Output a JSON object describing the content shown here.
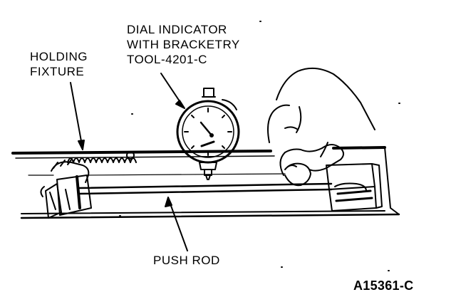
{
  "labels": {
    "dial_line1": "DIAL INDICATOR",
    "dial_line2": "WITH BRACKETRY",
    "dial_line3": "TOOL-4201-C",
    "holding_line1": "HOLDING",
    "holding_line2": "FIXTURE",
    "push_rod": "PUSH ROD",
    "figure_id": "A15361-C"
  },
  "colors": {
    "ink": "#000000",
    "paper": "#ffffff"
  }
}
